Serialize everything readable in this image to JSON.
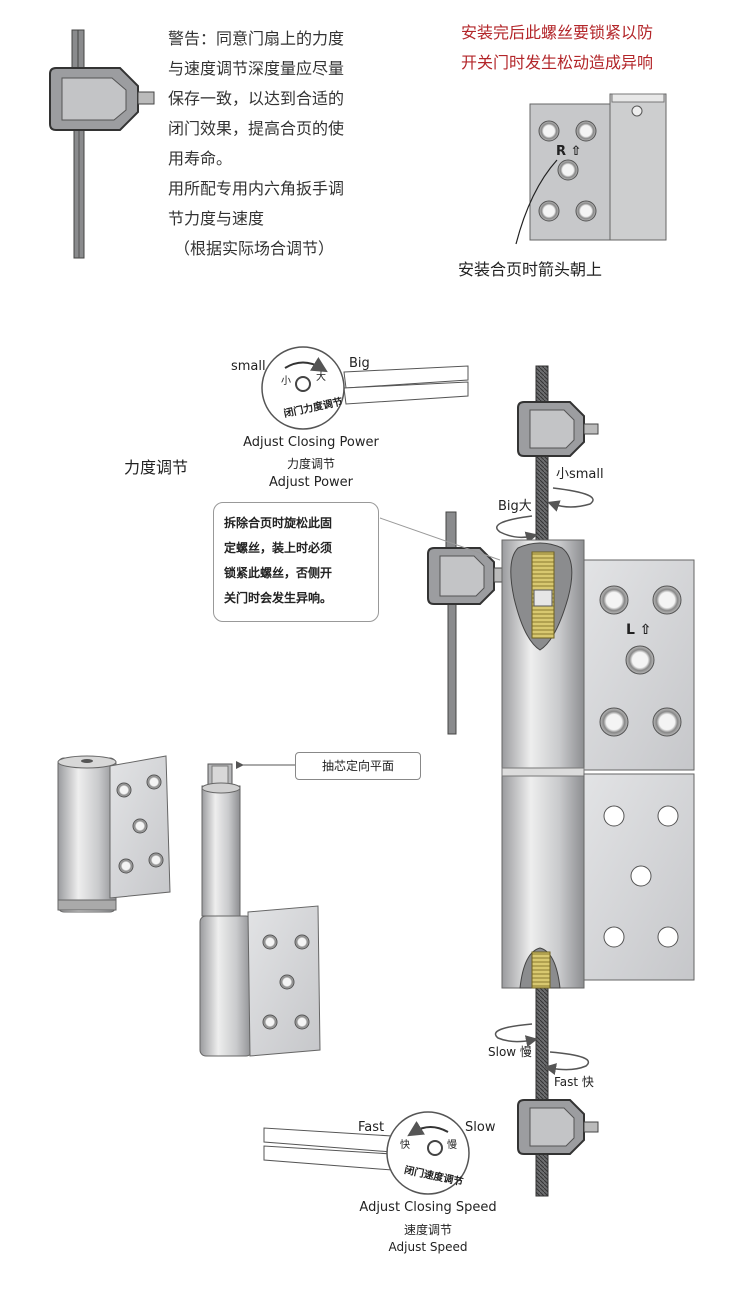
{
  "warning": {
    "lines": [
      "警告：同意门扇上的力度",
      "与速度调节深度量应尽量",
      "保存一致，以达到合适的",
      "闭门效果，提高合页的使",
      "用寿命。",
      "用所配专用内六角扳手调",
      "节力度与速度",
      "（根据实际场合调节）"
    ]
  },
  "screw_notice": {
    "line1": "安装完后此螺丝要锁紧以防",
    "line2": "开关门时发生松动造成异响"
  },
  "plate_top": {
    "arrow_label": "R ⇧",
    "install_note": "安装合页时箭头朝上"
  },
  "power": {
    "small": "small",
    "big": "Big",
    "dial_small_glyph": "小",
    "dial_big_glyph": "大",
    "dial_arc_text": "闭门力度调节",
    "caption_en": "Adjust Closing Power",
    "caption_cn": "力度调节",
    "caption_en2": "Adjust Power",
    "side_title": "力度调节",
    "small_label": "小small",
    "big_label": "Big大"
  },
  "callout": {
    "lines": [
      "拆除合页时旋松此固",
      "定螺丝，装上时必须",
      "锁紧此螺丝，否侧开",
      "关门时会发生异响。"
    ]
  },
  "hinge": {
    "l_label": "L ⇧"
  },
  "core_tag": "抽芯定向平面",
  "speed": {
    "slow_label": "Slow 慢",
    "fast_label": "Fast 快",
    "fast": "Fast",
    "slow": "Slow",
    "dial_fast_glyph": "快",
    "dial_slow_glyph": "慢",
    "dial_arc_text": "闭门速度调节",
    "caption_en": "Adjust Closing Speed",
    "caption_cn": "速度调节",
    "caption_en2": "Adjust Speed"
  },
  "colors": {
    "steel": "#cfd0d2",
    "steel_dark": "#555555",
    "brass": "#c8b860",
    "warning_red": "#b3262a"
  }
}
